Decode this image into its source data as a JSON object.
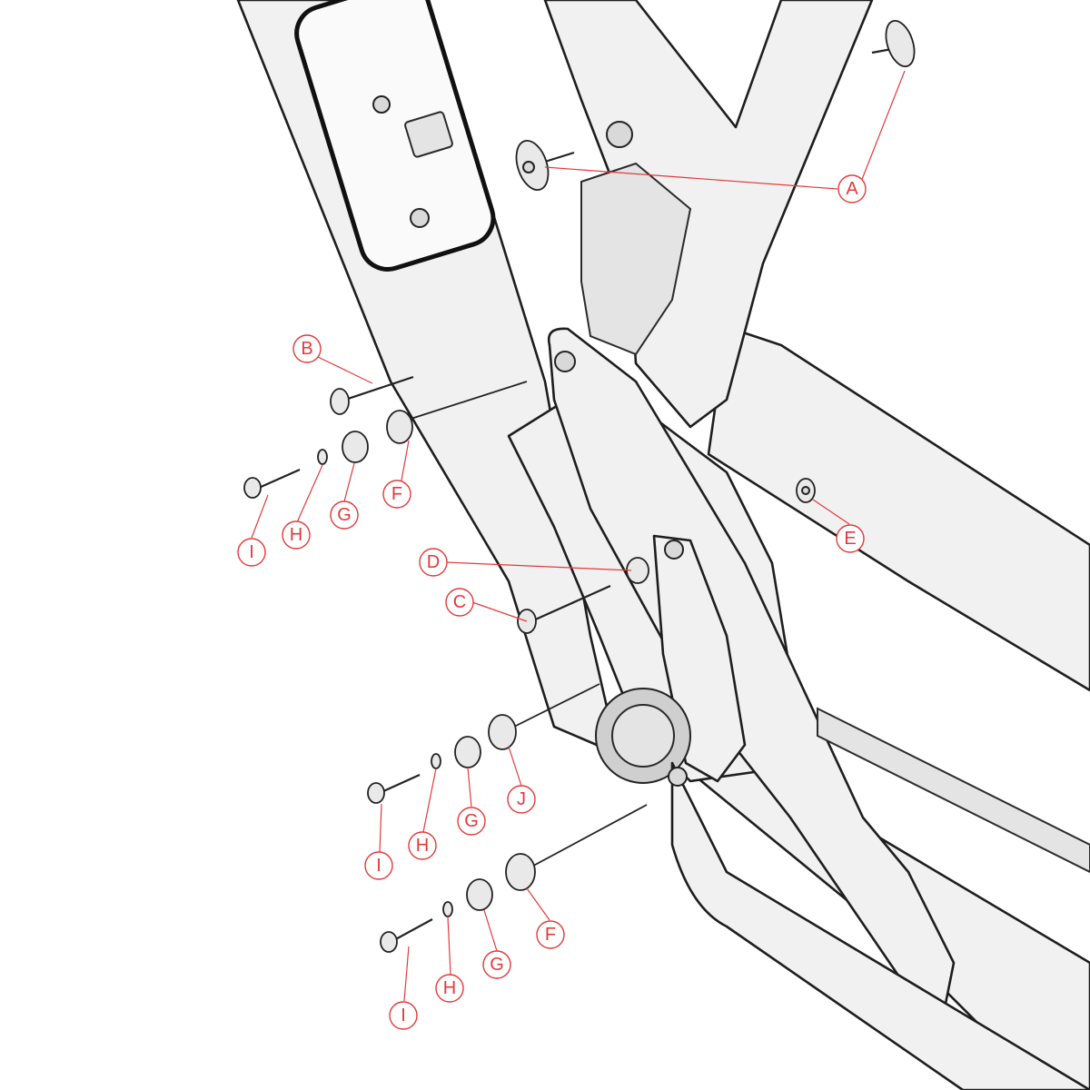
{
  "callouts": {
    "A": "A",
    "B": "B",
    "C": "C",
    "D": "D",
    "E": "E",
    "F": "F",
    "G": "G",
    "H": "H",
    "I": "I",
    "J": "J"
  },
  "colors": {
    "callout": "#e23a3a",
    "outline": "#1e1e1e",
    "frame_fill": "#f1f1f1"
  }
}
